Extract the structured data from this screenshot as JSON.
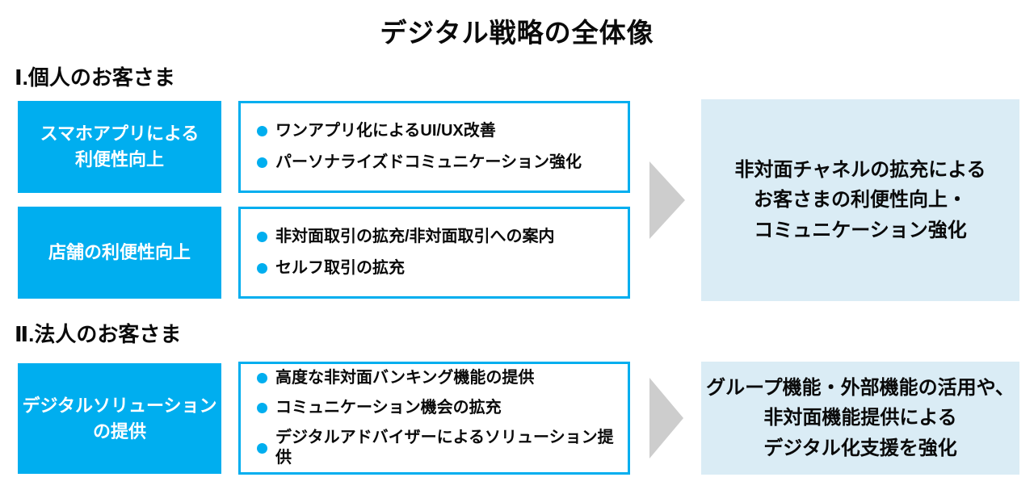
{
  "title": "デジタル戦略の全体像",
  "colors": {
    "accent_blue": "#00AEEF",
    "outcome_light_blue": "#DAECF5",
    "arrow_gray": "#CDCDCD",
    "text_black": "#0A0A0A",
    "box_text_white": "#FFFFFF"
  },
  "sections": [
    {
      "heading": "Ⅰ.個人のお客さま",
      "rows": [
        {
          "label": "スマホアプリによる\n利便性向上",
          "bullets": [
            "ワンアプリ化によるUI/UX改善",
            "パーソナライズドコミュニケーション強化"
          ]
        },
        {
          "label": "店舗の利便性向上",
          "bullets": [
            "非対面取引の拡充/非対面取引への案内",
            "セルフ取引の拡充"
          ]
        }
      ],
      "outcome": "非対面チャネルの拡充による\nお客さまの利便性向上・\nコミュニケーション強化"
    },
    {
      "heading": "Ⅱ.法人のお客さま",
      "rows": [
        {
          "label": "デジタルソリューション\nの提供",
          "bullets": [
            "高度な非対面バンキング機能の提供",
            "コミュニケーション機会の拡充",
            "デジタルアドバイザーによるソリューション提供"
          ]
        }
      ],
      "outcome": "グループ機能・外部機能の活用や、\n非対面機能提供による\nデジタル化支援を強化"
    }
  ]
}
